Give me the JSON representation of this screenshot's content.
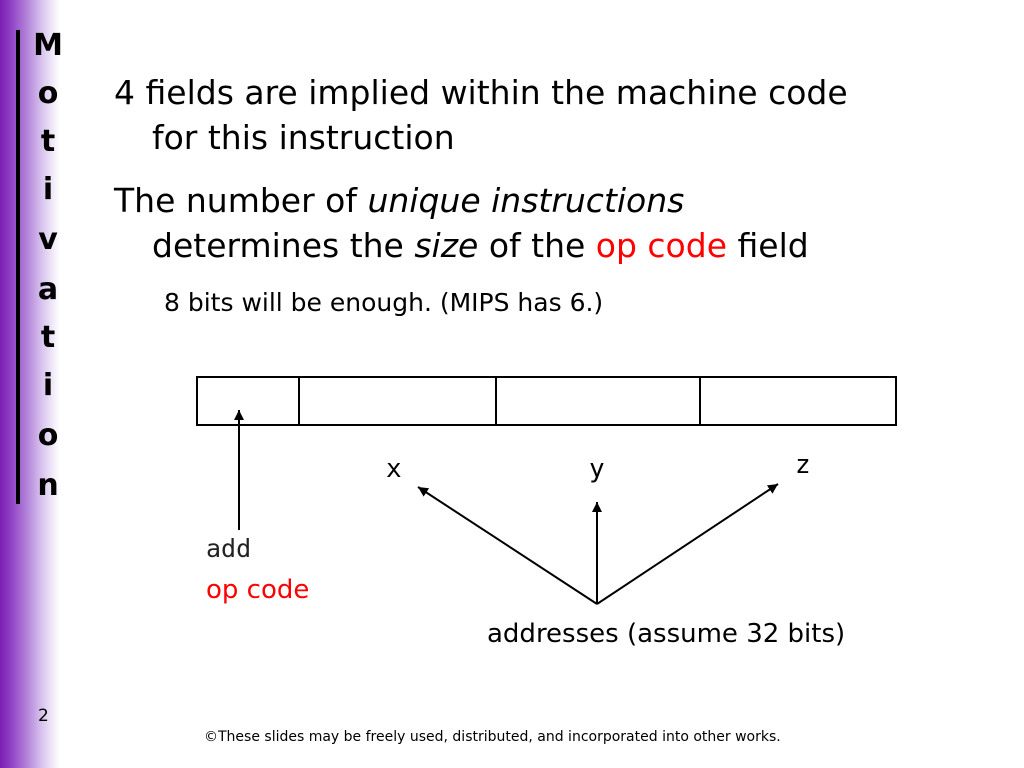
{
  "sidebar": {
    "title_letters": [
      "M",
      "o",
      "t",
      "i",
      "v",
      "a",
      "t",
      "i",
      "o",
      "n"
    ]
  },
  "content": {
    "bullet1_line1": "4 fields are implied within the machine code",
    "bullet1_line2": "for this instruction",
    "bullet2_line1_plain": "The number of ",
    "bullet2_line1_italic": "unique instructions",
    "bullet2_line2_plain_a": "determines the ",
    "bullet2_line2_italic": "size",
    "bullet2_line2_plain_b": " of the ",
    "bullet2_line2_red": "op code",
    "bullet2_line2_plain_c": " field",
    "sub_bullet": "8 bits will be enough. (MIPS has 6.)"
  },
  "diagram": {
    "field_labels": [
      "x",
      "y",
      "z"
    ],
    "opcode_mnemonic": "add",
    "opcode_label": "op code",
    "addresses_label": "addresses (assume 32 bits)"
  },
  "footer": {
    "page_number": "2",
    "copyright": "©These slides may be freely used, distributed, and incorporated into other works."
  },
  "colors": {
    "accent_red": "#ff0000",
    "sidebar_purple": "#7a1fb3"
  }
}
